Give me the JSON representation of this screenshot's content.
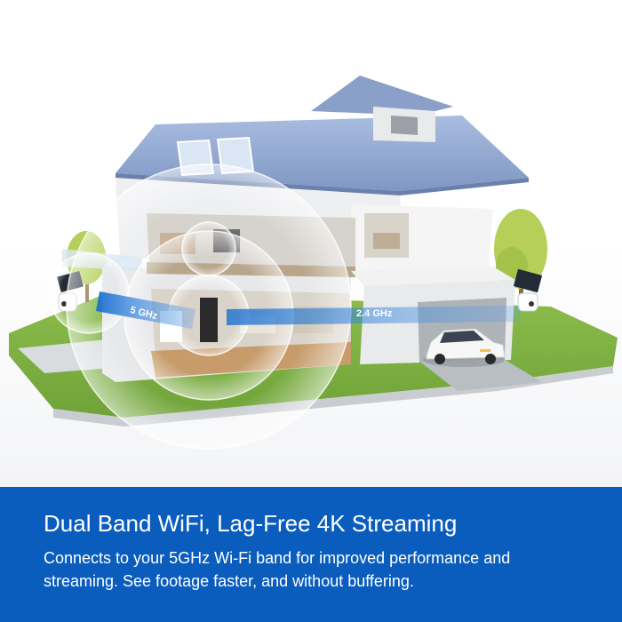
{
  "illustration": {
    "band_5ghz": "5 GHz",
    "band_24ghz": "2.4 GHz"
  },
  "banner": {
    "title": "Dual Band WiFi, Lag-Free 4K Streaming",
    "description": "Connects to your 5GHz Wi-Fi band for improved performance and streaming. See footage faster, and without buffering."
  },
  "colors": {
    "banner_background": "#0a5dbd",
    "band_5ghz_strip": "#1a6fd0",
    "band_24ghz_strip": "#1a6fd0",
    "lawn": "#7fb043",
    "roof": "#8fa3c9"
  }
}
